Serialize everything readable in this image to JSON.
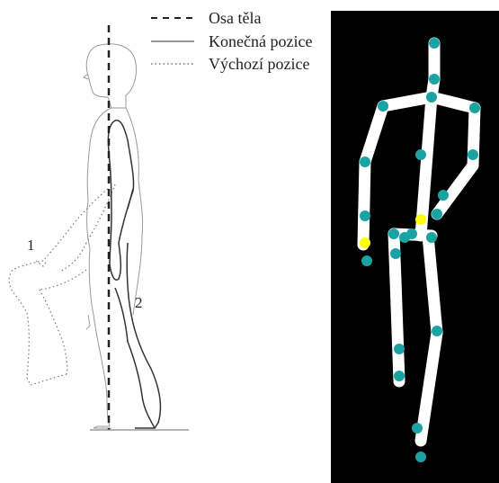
{
  "legend": {
    "items": [
      {
        "style": "dashed",
        "label": "Osa těla"
      },
      {
        "style": "solid",
        "label": "Konečná pozice"
      },
      {
        "style": "dotted",
        "label": "Výchozí pozice"
      }
    ]
  },
  "labels": {
    "one": "1",
    "two": "2"
  },
  "colors": {
    "joint": "#1aa3a3",
    "highlight_joint": "#ffff00",
    "skeleton": "#ffffff",
    "background_right": "#000000",
    "outline": "#555555"
  }
}
